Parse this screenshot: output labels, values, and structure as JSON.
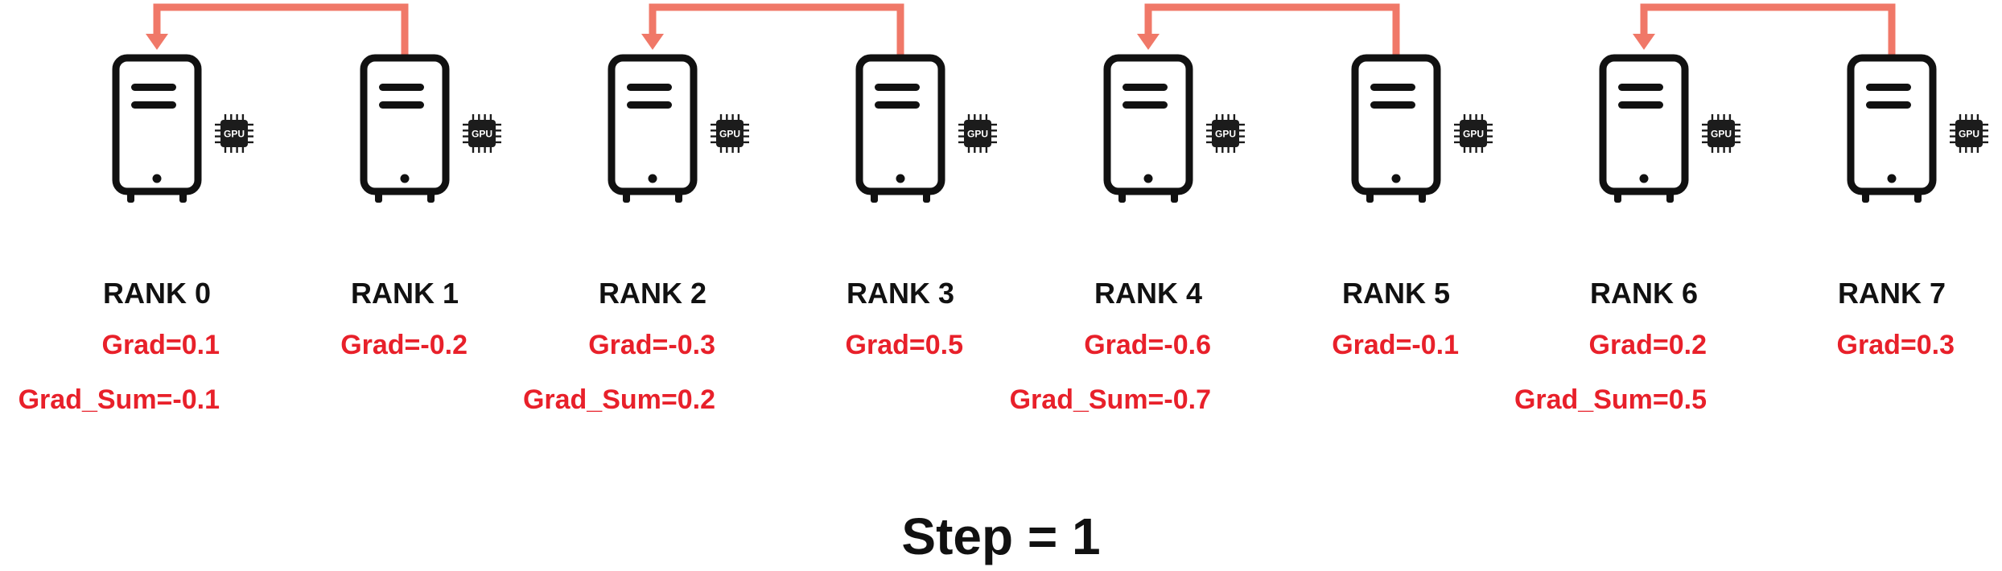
{
  "diagram": {
    "ranks": [
      {
        "label": "RANK 0",
        "grad": "Grad=0.1",
        "grad_sum": "Grad_Sum=-0.1"
      },
      {
        "label": "RANK 1",
        "grad": "Grad=-0.2",
        "grad_sum": ""
      },
      {
        "label": "RANK 2",
        "grad": "Grad=-0.3",
        "grad_sum": "Grad_Sum=0.2"
      },
      {
        "label": "RANK 3",
        "grad": "Grad=0.5",
        "grad_sum": ""
      },
      {
        "label": "RANK 4",
        "grad": "Grad=-0.6",
        "grad_sum": "Grad_Sum=-0.7"
      },
      {
        "label": "RANK 5",
        "grad": "Grad=-0.1",
        "grad_sum": ""
      },
      {
        "label": "RANK 6",
        "grad": "Grad=0.2",
        "grad_sum": "Grad_Sum=0.5"
      },
      {
        "label": "RANK 7",
        "grad": "Grad=0.3",
        "grad_sum": ""
      }
    ],
    "gpu_chip_label": "GPU",
    "step": "Step = 1",
    "arrows": [
      {
        "from": 1,
        "to": 0
      },
      {
        "from": 3,
        "to": 2
      },
      {
        "from": 5,
        "to": 4
      },
      {
        "from": 7,
        "to": 6
      }
    ],
    "colors": {
      "arrow": "#f07868",
      "grad_text": "#e8202a",
      "server": "#111111",
      "chip": "#1c1c1c"
    },
    "icons": [
      "server-icon",
      "gpu-chip-icon"
    ]
  }
}
